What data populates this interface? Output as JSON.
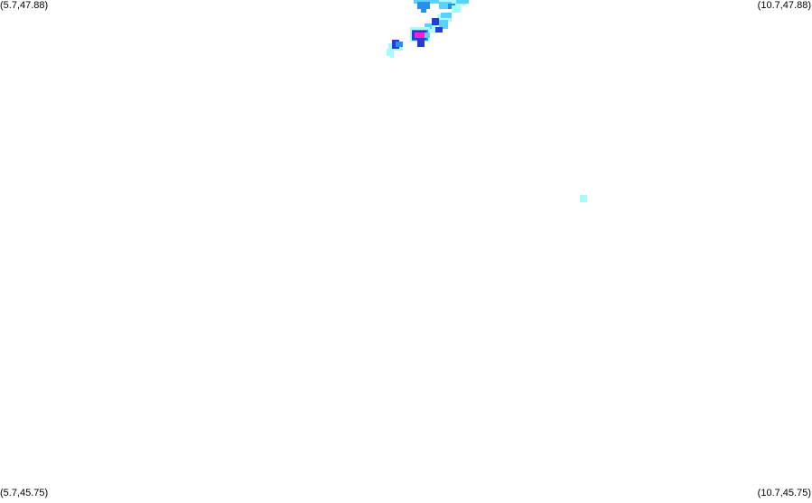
{
  "corners": {
    "top_left": "(5.7,47.88)",
    "top_right": "(10.7,47.88)",
    "bottom_left": "(5.7,45.75)",
    "bottom_right": "(10.7,45.75)"
  },
  "colors": {
    "background": "#ffffff",
    "very_light": "#a6fbff",
    "light": "#5ad2ff",
    "medium": "#2a8fe6",
    "strong": "#1f3fd6",
    "peak": "#ff1fd0"
  }
}
